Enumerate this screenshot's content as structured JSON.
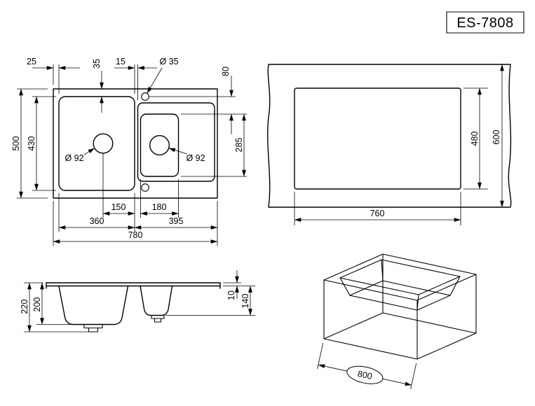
{
  "title_block": {
    "model": "ES-7808"
  },
  "plan_view": {
    "d25": "25",
    "d35": "35",
    "d15": "15",
    "dia35": "Ø 35",
    "d80": "80",
    "d500": "500",
    "d430": "430",
    "d285": "285",
    "dia92_left": "Ø 92",
    "dia92_right": "Ø 92",
    "d150": "150",
    "d180": "180",
    "d360": "360",
    "d395": "395",
    "d780": "780"
  },
  "cutout_view": {
    "d760": "760",
    "d480": "480",
    "d600": "600"
  },
  "section_view": {
    "d220": "220",
    "d200": "200",
    "d10": "10",
    "d140": "140"
  },
  "cabinet_view": {
    "d800": "800"
  }
}
